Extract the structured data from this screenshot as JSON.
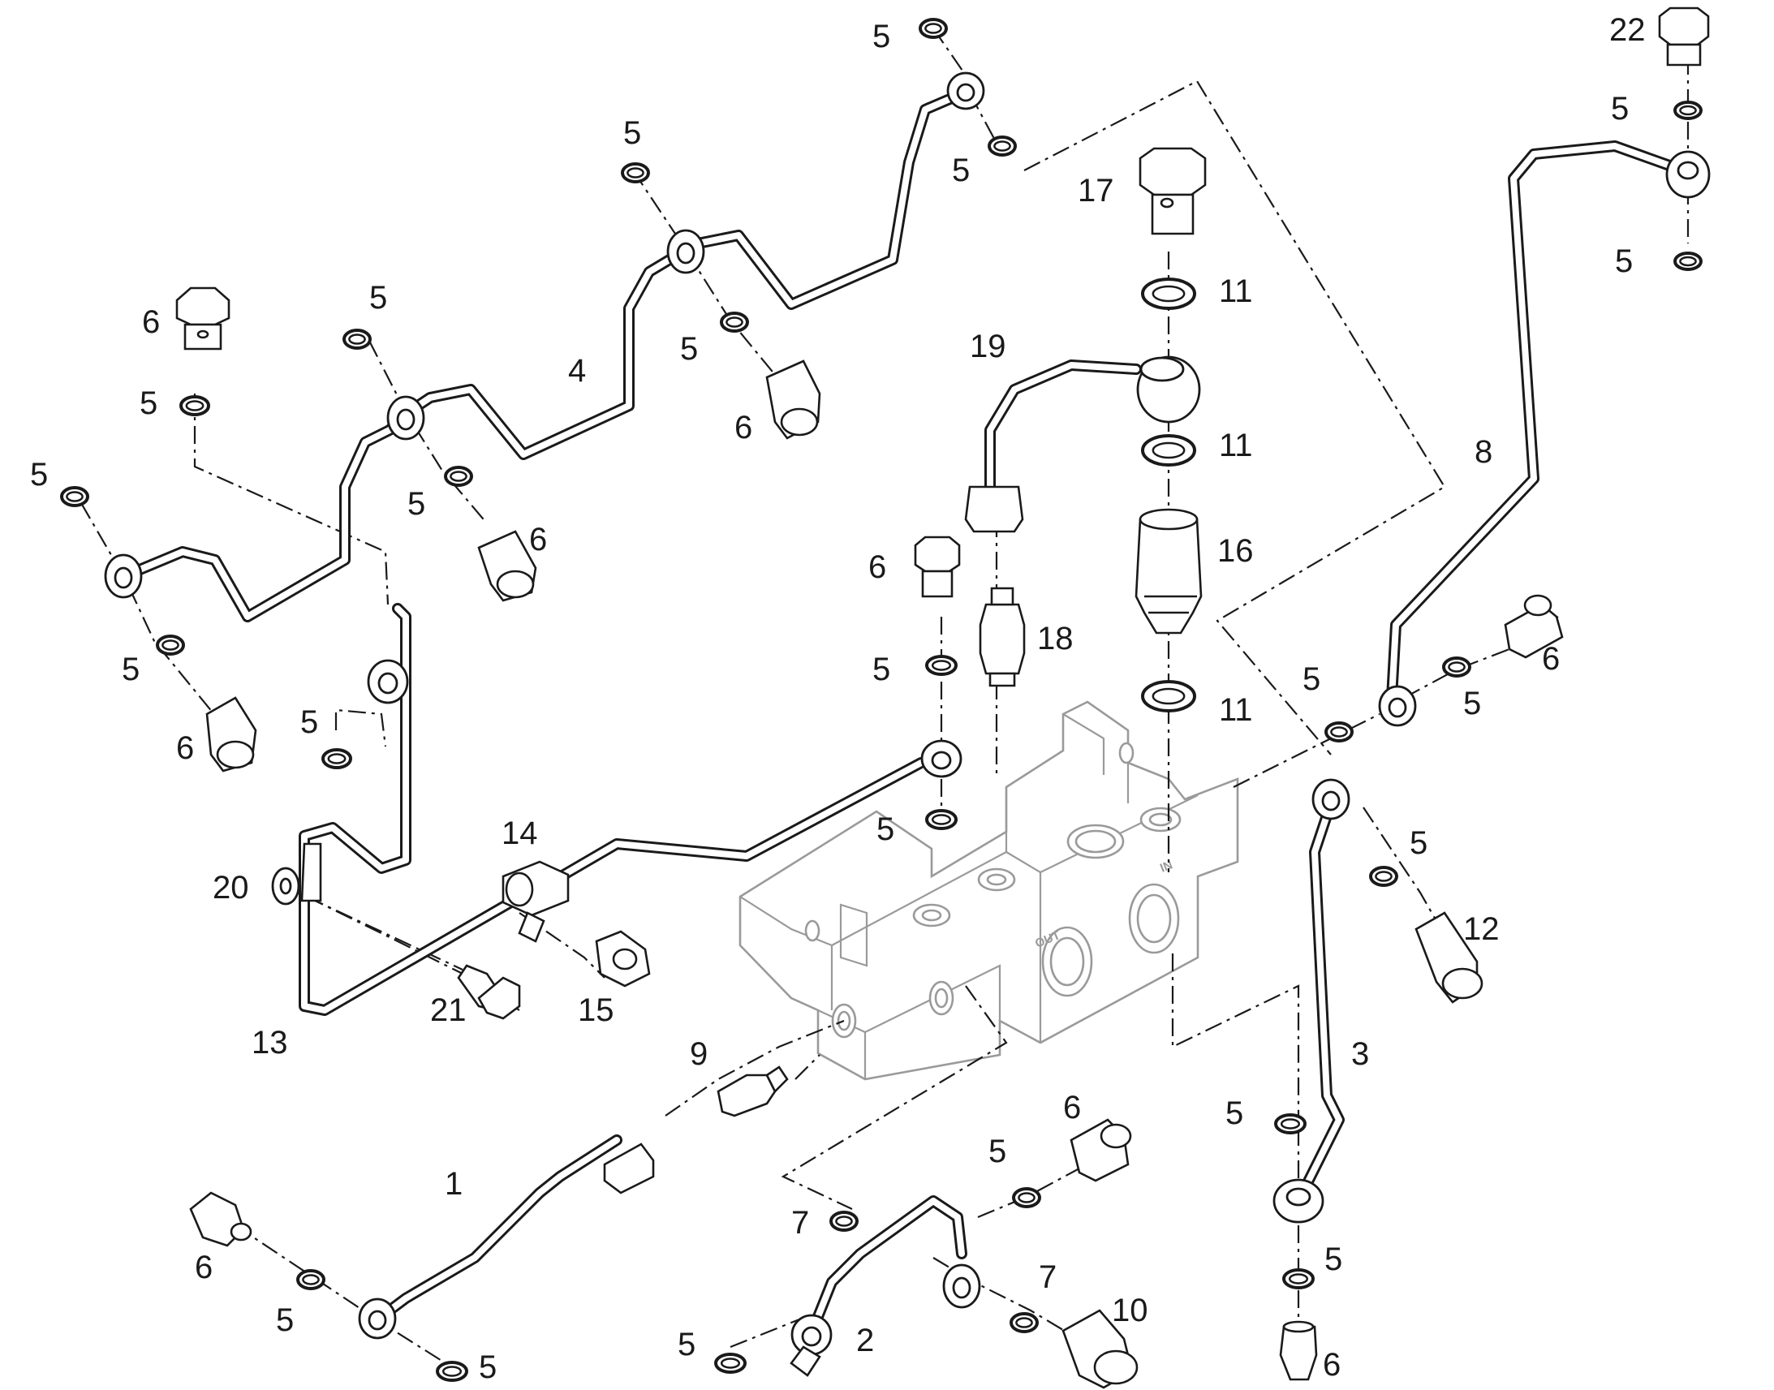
{
  "diagram": {
    "callouts": {
      "c1": "1",
      "c2": "2",
      "c3": "3",
      "c4": "4",
      "c5": "5",
      "c6": "6",
      "c7": "7",
      "c8": "8",
      "c9": "9",
      "c10": "10",
      "c11": "11",
      "c12": "12",
      "c13": "13",
      "c14": "14",
      "c15": "15",
      "c16": "16",
      "c17": "17",
      "c18": "18",
      "c19": "19",
      "c20": "20",
      "c21": "21",
      "c22": "22"
    },
    "block_markings": {
      "outlet": "OUT",
      "inlet": "IN"
    },
    "colors": {
      "line": "#1a1a1a",
      "block": "#9a9a9a",
      "background": "#ffffff"
    }
  }
}
